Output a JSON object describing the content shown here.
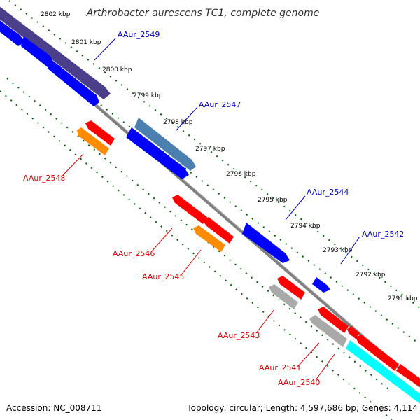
{
  "title": "Arthrobacter aurescens TC1, complete genome",
  "footer": {
    "accession": "Accession: NC_008711",
    "summary": "Topology: circular; Length: 4,597,686 bp; Genes: 4,114"
  },
  "colors": {
    "forward_gene": "#0000ff",
    "reverse_gene": "#ff0000",
    "orange": "#ff8c00",
    "gray": "#a9a9a9",
    "cyan": "#00ffff",
    "steelblue": "#4a7fb0",
    "slateblue": "#4b3f8c",
    "backbone": "#808080",
    "tick": "#006400",
    "label_forward": "#0000c8",
    "label_reverse": "#dc0000"
  },
  "scale_labels": [
    "2802 kbp",
    "2801 kbp",
    "2800 kbp",
    "2799 kbp",
    "2798 kbp",
    "2797 kbp",
    "2796 kbp",
    "2795 kbp",
    "2794 kbp",
    "2793 kbp",
    "2792 kbp",
    "2791 kbp"
  ],
  "gene_labels": [
    {
      "text": "AAur_2549",
      "strand": "forward"
    },
    {
      "text": "AAur_2547",
      "strand": "forward"
    },
    {
      "text": "AAur_2544",
      "strand": "forward"
    },
    {
      "text": "AAur_2542",
      "strand": "forward"
    },
    {
      "text": "AAur_2548",
      "strand": "reverse"
    },
    {
      "text": "AAur_2546",
      "strand": "reverse"
    },
    {
      "text": "AAur_2545",
      "strand": "reverse"
    },
    {
      "text": "AAur_2543",
      "strand": "reverse"
    },
    {
      "text": "AAur_2541",
      "strand": "reverse"
    },
    {
      "text": "AAur_2540",
      "strand": "reverse"
    }
  ]
}
